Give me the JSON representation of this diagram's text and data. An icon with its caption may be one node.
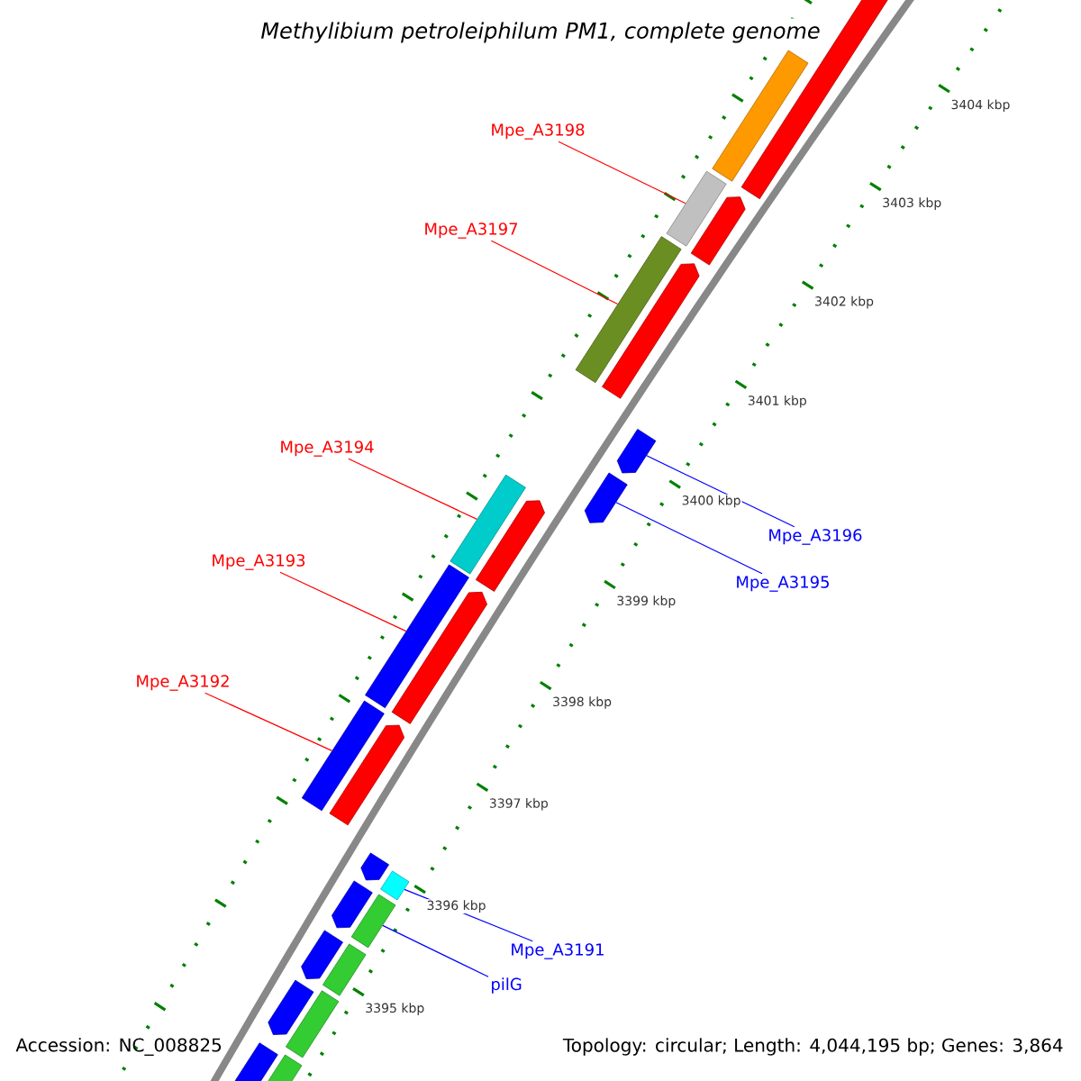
{
  "diagram": {
    "title": "Methylibium petroleiphilum PM1, complete genome",
    "nodes": [
      {
        "text": [
          "Mpe_A3198"
        ]
      },
      {
        "text": [
          "Mpe_A3197"
        ]
      },
      {
        "text": [
          "Mpe_A3194"
        ]
      },
      {
        "text": [
          "Mpe_A3193"
        ]
      },
      {
        "text": [
          "Mpe_A3192"
        ]
      },
      {
        "text": [
          "Mpe_A3196"
        ]
      },
      {
        "text": [
          "Mpe_A3195"
        ]
      },
      {
        "text": [
          "Mpe_A3191"
        ]
      },
      {
        "text": [
          "pilG"
        ]
      },
      {
        "text": [],
        "shape": "box"
      },
      {
        "text": [],
        "shape": "pentagon"
      },
      {
        "text": [],
        "shape": "box"
      },
      {
        "text": [],
        "shape": "pentagon"
      },
      {
        "text": [],
        "shape": "box"
      },
      {
        "text": [],
        "shape": "pentagon"
      },
      {
        "text": [],
        "shape": "pentagon"
      },
      {
        "text": [],
        "shape": "pentagon"
      },
      {
        "text": [],
        "shape": "box"
      },
      {
        "text": [],
        "shape": "pentagon"
      },
      {
        "text": [],
        "shape": "box"
      },
      {
        "text": [],
        "shape": "pentagon"
      },
      {
        "text": [],
        "shape": "box"
      },
      {
        "text": [],
        "shape": "pentagon"
      },
      {
        "text": [],
        "shape": "pentagon"
      },
      {
        "text": [],
        "shape": "box"
      },
      {
        "text": [],
        "shape": "pentagon"
      },
      {
        "text": [],
        "shape": "box"
      },
      {
        "text": [],
        "shape": "pentagon"
      },
      {
        "text": [],
        "shape": "box"
      },
      {
        "text": [],
        "shape": "box"
      },
      {
        "text": [],
        "shape": "pentagon"
      },
      {
        "text": [],
        "shape": "pentagon"
      },
      {
        "text": [],
        "shape": "box"
      }
    ],
    "edges": [
      {
        "from": 0,
        "to": 11,
        "arrow": "none",
        "color": "#ff0000"
      },
      {
        "from": 1,
        "to": 13,
        "arrow": "none",
        "color": "#ff0000"
      },
      {
        "from": 2,
        "to": 17,
        "arrow": "none",
        "color": "#ff0000"
      },
      {
        "from": 3,
        "to": 19,
        "arrow": "none",
        "color": "#ff0000"
      },
      {
        "from": 4,
        "to": 21,
        "arrow": "none",
        "color": "#ff0000"
      },
      {
        "from": 5,
        "to": 15,
        "arrow": "none",
        "color": "#0000ff"
      },
      {
        "from": 6,
        "to": 16,
        "arrow": "none",
        "color": "#0000ff"
      },
      {
        "from": 7,
        "to": 24,
        "arrow": "none",
        "color": "#0000ff"
      },
      {
        "from": 8,
        "to": 26,
        "arrow": "none",
        "color": "#0000ff"
      }
    ],
    "labels": [
      "3404 kbp",
      "3403 kbp",
      "3402 kbp",
      "3401 kbp",
      "3400 kbp",
      "3399 kbp",
      "3398 kbp",
      "3397 kbp",
      "3396 kbp",
      "3395 kbp",
      "Accession: NC_008825",
      "Topology: circular; Length: 4,044,195 bp; Genes: 3,864"
    ]
  }
}
